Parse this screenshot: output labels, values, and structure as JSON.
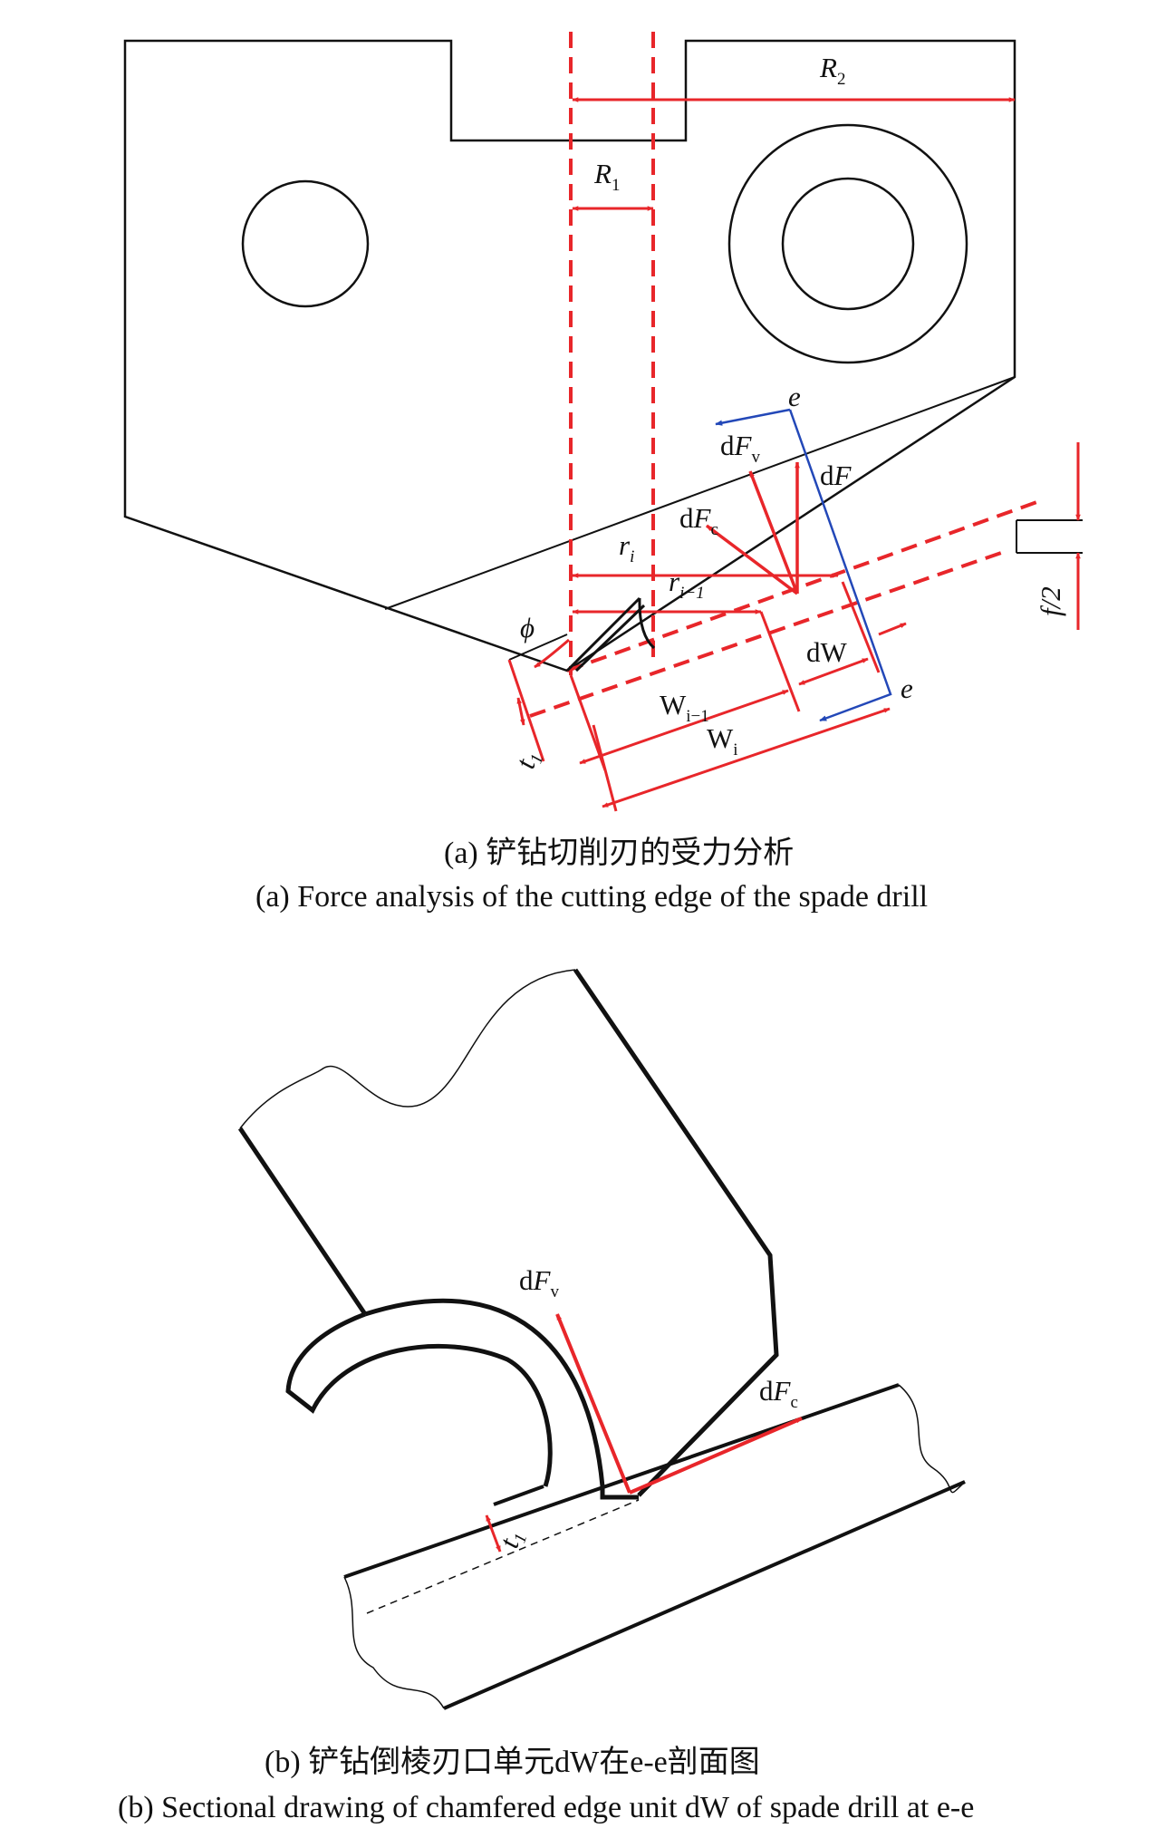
{
  "panel_a": {
    "labels": {
      "R2": {
        "main": "R",
        "sub": "2"
      },
      "R1": {
        "main": "R",
        "sub": "1"
      },
      "e_top": "e",
      "e_bottom": "e",
      "dFv": {
        "pre": "d",
        "main": "F",
        "sub": "v"
      },
      "dF": {
        "pre": "d",
        "main": "F"
      },
      "dFc": {
        "pre": "d",
        "main": "F",
        "sub": "c"
      },
      "ri": {
        "main": "r",
        "sub": "i"
      },
      "ri1": {
        "main": "r",
        "sub": "i−1"
      },
      "phi": "ϕ",
      "dW": "dW",
      "Wi1": {
        "main": "W",
        "sub": "i−1"
      },
      "Wi": {
        "main": "W",
        "sub": "i"
      },
      "t1": {
        "main": "t",
        "sub": "1"
      },
      "f2": "f/2"
    },
    "caption_cn": "(a) 铲钻切削刃的受力分析",
    "caption_en": "(a) Force analysis of the cutting edge of the spade drill"
  },
  "panel_b": {
    "labels": {
      "dFv": {
        "pre": "d",
        "main": "F",
        "sub": "v"
      },
      "dFc": {
        "pre": "d",
        "main": "F",
        "sub": "c"
      },
      "t1": {
        "main": "t",
        "sub": "1"
      }
    },
    "caption_cn": "(b) 铲钻倒棱刃口单元dW在e-e剖面图",
    "caption_en": "(b) Sectional drawing of chamfered edge unit dW of spade drill at e-e"
  },
  "colors": {
    "black": "#111111",
    "red": "#e8262a",
    "blue": "#2348b8"
  }
}
